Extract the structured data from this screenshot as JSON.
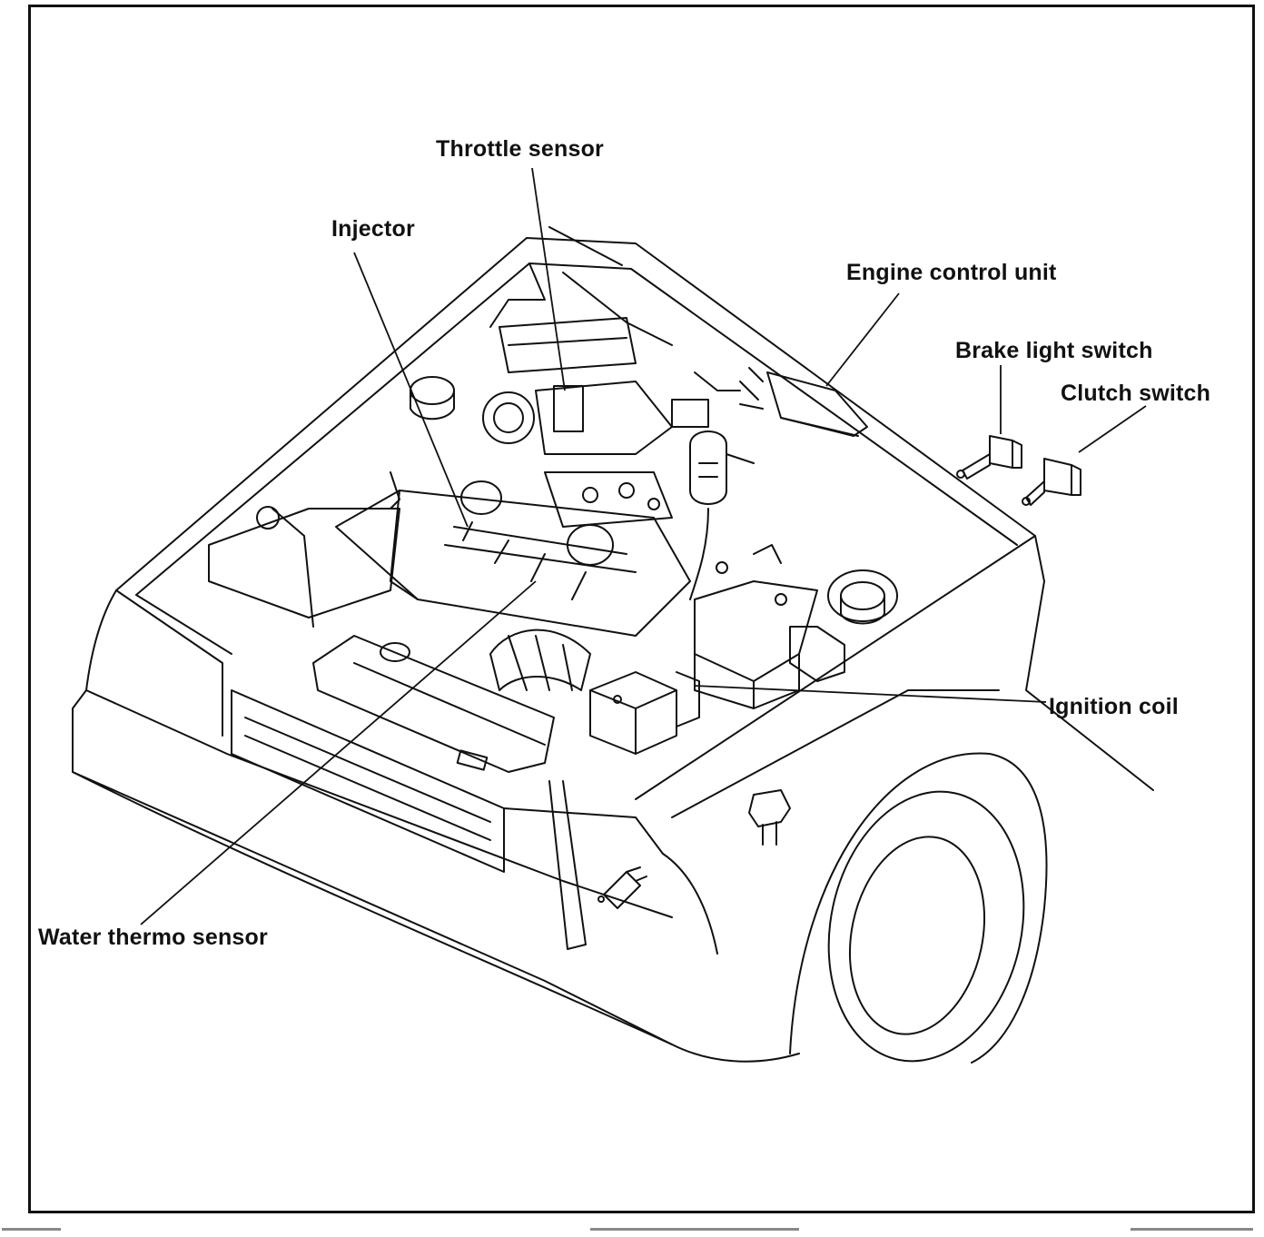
{
  "labels": {
    "throttle_sensor": "Throttle sensor",
    "injector": "Injector",
    "engine_control_unit": "Engine control unit",
    "brake_light_switch": "Brake light switch",
    "clutch_switch": "Clutch switch",
    "ignition_coil": "Ignition coil",
    "water_thermo_sensor": "Water thermo sensor"
  },
  "colors": {
    "ink": "#111111",
    "paper": "#ffffff"
  }
}
